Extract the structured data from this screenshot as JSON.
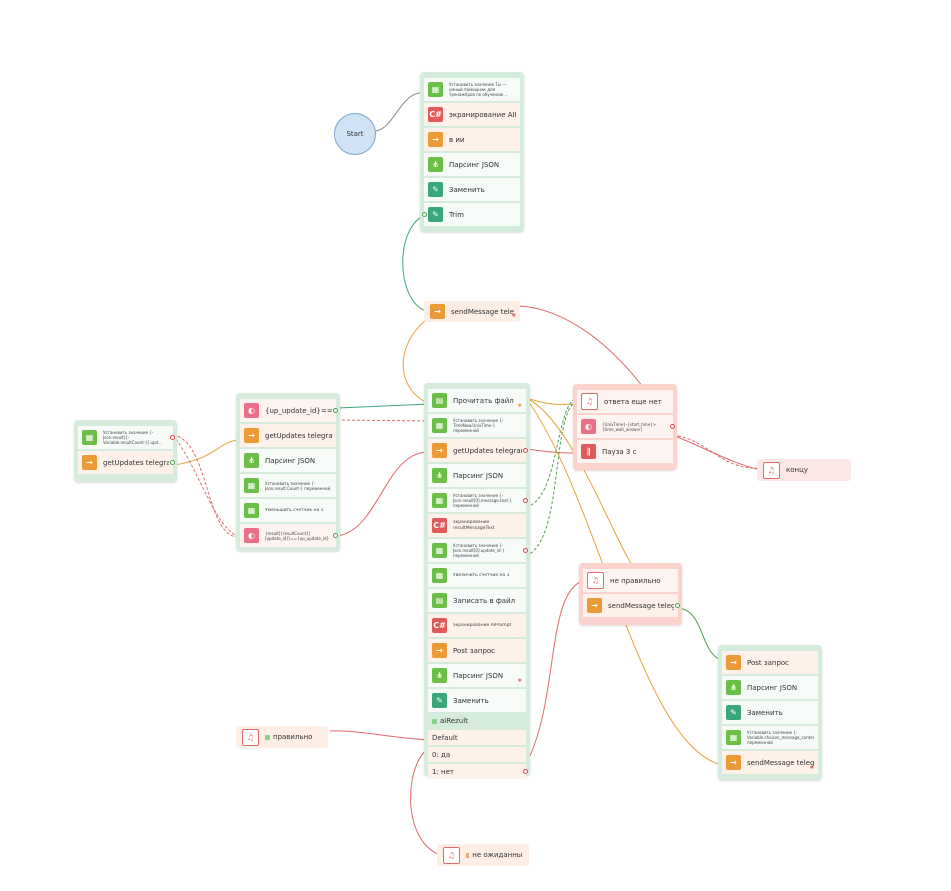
{
  "start": {
    "label": "Start"
  },
  "block_top": [
    {
      "icon": "grid",
      "text": "Установить значение Ты — умный помощник для тренажёров по обучению ..."
    },
    {
      "icon": "C#",
      "text": "экранирование AIPrompt"
    },
    {
      "icon": "POST",
      "text": "в ии"
    },
    {
      "icon": "tree",
      "text": "Парсинг JSON"
    },
    {
      "icon": "pencil",
      "text": "Заменить"
    },
    {
      "icon": "pencil",
      "text": "Trim"
    }
  ],
  "send_top": {
    "icon": "POST",
    "text": "sendMessage telegram"
  },
  "block_left": [
    {
      "icon": "grid",
      "text": "Установить значение {-Json.result[{-Variable.resultCount-}].upd..."
    },
    {
      "icon": "POST",
      "text": "getUpdates telegram"
    }
  ],
  "block_mid": [
    {
      "icon": "toggle",
      "text": "{up_update_id}==''"
    },
    {
      "icon": "POST",
      "text": "getUpdates telegram"
    },
    {
      "icon": "tree",
      "text": "Парсинг JSON"
    },
    {
      "icon": "grid",
      "text": "Установить значение {-Json.result.Count-} переменной"
    },
    {
      "icon": "grid",
      "text": "Уменьшить счетчик на 1"
    },
    {
      "icon": "toggle",
      "text": "{result[{resultCount}][update_id]}=={up_update_id}"
    }
  ],
  "block_main": [
    {
      "icon": "doc",
      "text": "Прочитать файл"
    },
    {
      "icon": "grid",
      "text": "Установить значение {-TimeNow.UnixTime-} переменной"
    },
    {
      "icon": "POST",
      "text": "getUpdates telegram"
    },
    {
      "icon": "tree",
      "text": "Парсинг JSON"
    },
    {
      "icon": "grid",
      "text": "Установить значение {-Json.result[0].message.text-} переменной"
    },
    {
      "icon": "C#",
      "text": "экранирование resultMessageText"
    },
    {
      "icon": "grid",
      "text": "Установить значение {-Json.result[0].update_id-} переменной"
    },
    {
      "icon": "grid",
      "text": "Увеличить счетчик на 1"
    },
    {
      "icon": "doc",
      "text": "Записать в файл"
    },
    {
      "icon": "C#",
      "text": "экранирование AIPrompt"
    },
    {
      "icon": "POST",
      "text": "Post запрос"
    },
    {
      "icon": "tree",
      "text": "Парсинг JSON"
    },
    {
      "icon": "pencil",
      "text": "Заменить"
    }
  ],
  "switch": {
    "var": "aiRezult",
    "cases": [
      "Default",
      "0: да",
      "1: нет"
    ]
  },
  "block_wait": [
    {
      "icon": "bell",
      "text": "ответа еще нет"
    },
    {
      "icon": "toggle",
      "text": "{UnixTime}-{start_time}>{time_wait_answer}"
    },
    {
      "icon": "pause",
      "text": "Пауза 3 с"
    }
  ],
  "end": {
    "text": "концу"
  },
  "block_wrong": [
    {
      "icon": "bell",
      "text": "не правильно"
    },
    {
      "icon": "POST",
      "text": "sendMessage telegram"
    }
  ],
  "block_right": [
    {
      "icon": "POST",
      "text": "Post запрос"
    },
    {
      "icon": "tree",
      "text": "Парсинг JSON"
    },
    {
      "icon": "pencil",
      "text": "Заменить"
    },
    {
      "icon": "grid",
      "text": "Установить значение {-Variable.choices_message_content_fatty-} переменной"
    },
    {
      "icon": "POST",
      "text": "sendMessage telegram"
    }
  ],
  "correct": {
    "text": "правильно"
  },
  "unexpected": {
    "text": "не ожиданный ответ"
  },
  "icon_glyphs": {
    "C#": "C#",
    "POST": "POST"
  },
  "colors": {
    "green_block": "#d5ecdc",
    "red_block": "#fbd3cc",
    "wire_green": "#3aa77a",
    "wire_orange": "#e9a23a",
    "wire_red": "#e06a6a"
  }
}
